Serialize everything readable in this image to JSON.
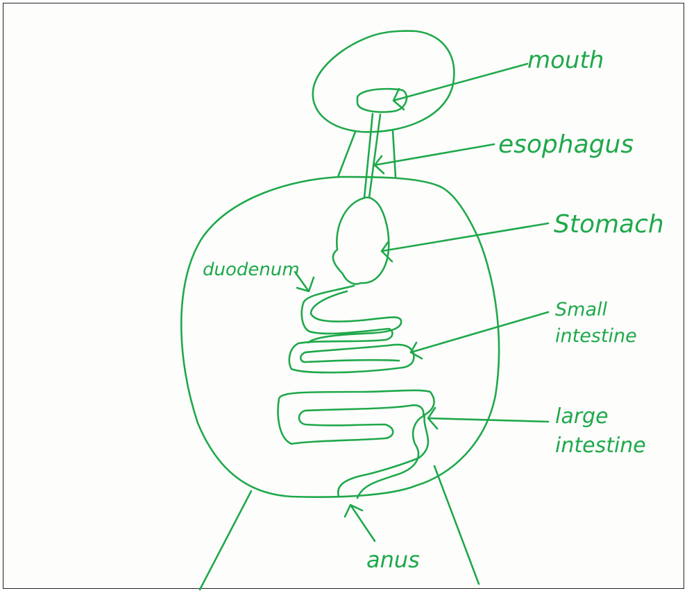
{
  "ink_color": "#1fa84a",
  "labels": {
    "mouth": "mouth",
    "esophagus": "esophagus",
    "stomach": "Stomach",
    "duodenum": "duodenum",
    "small_intestine_1": "Small",
    "small_intestine_2": "intestine",
    "large_intestine_1": "large",
    "large_intestine_2": "intestine",
    "anus": "anus"
  }
}
